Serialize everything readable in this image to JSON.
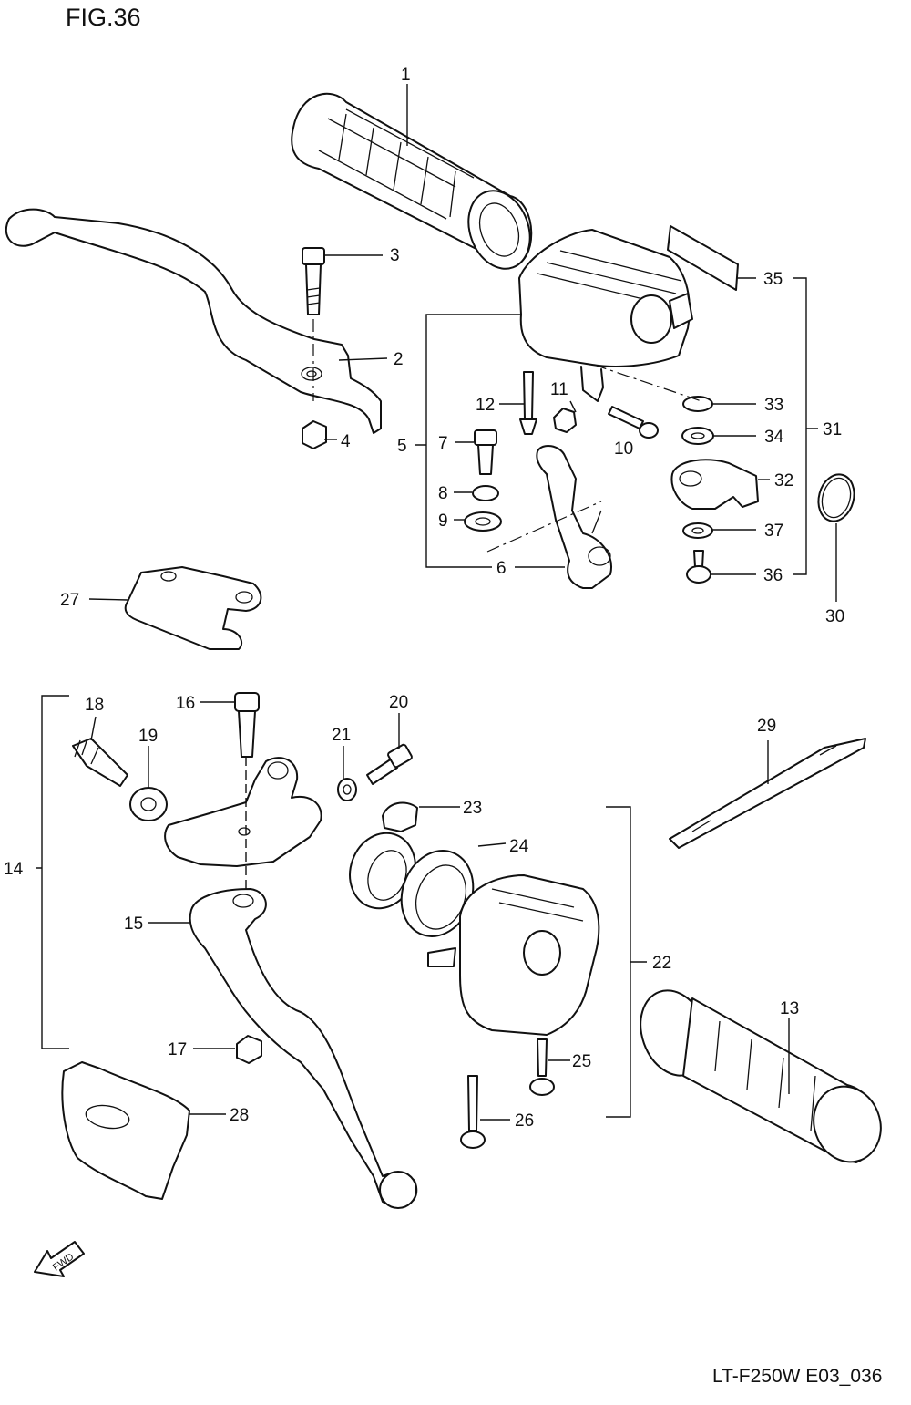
{
  "figure": {
    "title": "FIG.36",
    "code": "LT-F250W E03_036",
    "fwd_label": "FWD"
  },
  "callouts": [
    {
      "id": "c1",
      "label": "1"
    },
    {
      "id": "c2",
      "label": "2"
    },
    {
      "id": "c3",
      "label": "3"
    },
    {
      "id": "c4",
      "label": "4"
    },
    {
      "id": "c5",
      "label": "5"
    },
    {
      "id": "c6",
      "label": "6"
    },
    {
      "id": "c7",
      "label": "7"
    },
    {
      "id": "c8",
      "label": "8"
    },
    {
      "id": "c9",
      "label": "9"
    },
    {
      "id": "c10",
      "label": "10"
    },
    {
      "id": "c11",
      "label": "11"
    },
    {
      "id": "c12",
      "label": "12"
    },
    {
      "id": "c13",
      "label": "13"
    },
    {
      "id": "c14",
      "label": "14"
    },
    {
      "id": "c15",
      "label": "15"
    },
    {
      "id": "c16",
      "label": "16"
    },
    {
      "id": "c17",
      "label": "17"
    },
    {
      "id": "c18",
      "label": "18"
    },
    {
      "id": "c19",
      "label": "19"
    },
    {
      "id": "c20",
      "label": "20"
    },
    {
      "id": "c21",
      "label": "21"
    },
    {
      "id": "c22",
      "label": "22"
    },
    {
      "id": "c23",
      "label": "23"
    },
    {
      "id": "c24",
      "label": "24"
    },
    {
      "id": "c25",
      "label": "25"
    },
    {
      "id": "c26",
      "label": "26"
    },
    {
      "id": "c27",
      "label": "27"
    },
    {
      "id": "c28",
      "label": "28"
    },
    {
      "id": "c29",
      "label": "29"
    },
    {
      "id": "c30",
      "label": "30"
    },
    {
      "id": "c31",
      "label": "31"
    },
    {
      "id": "c32",
      "label": "32"
    },
    {
      "id": "c33",
      "label": "33"
    },
    {
      "id": "c34",
      "label": "34"
    },
    {
      "id": "c35",
      "label": "35"
    },
    {
      "id": "c36",
      "label": "36"
    },
    {
      "id": "c37",
      "label": "37"
    }
  ]
}
